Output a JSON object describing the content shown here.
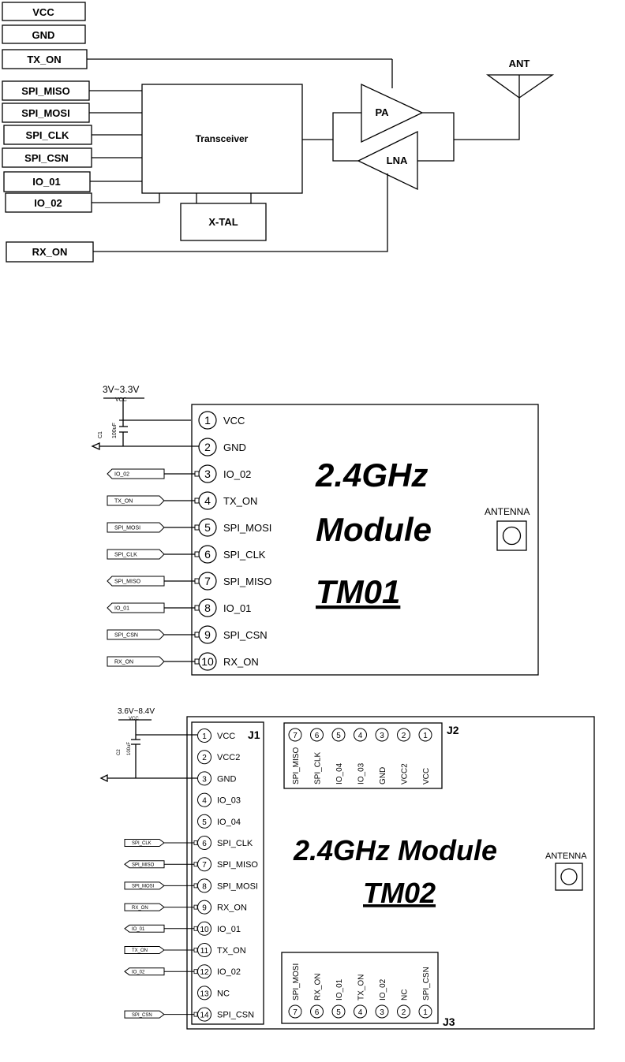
{
  "block_diagram": {
    "pins_left": [
      "VCC",
      "GND",
      "TX_ON",
      "SPI_MISO",
      "SPI_MOSI",
      "SPI_CLK",
      "SPI_CSN",
      "IO_01",
      "IO_02",
      "RX_ON"
    ],
    "transceiver": "Transceiver",
    "xtal": "X-TAL",
    "pa": "PA",
    "lna": "LNA",
    "ant": "ANT"
  },
  "tm01": {
    "supply_range": "3V~3.3V",
    "vcc_net": "VCC",
    "cap_ref": "C1",
    "cap_value": "100uF",
    "title_line1": "2.4GHz",
    "title_line2": "Module",
    "title_line3": "TM01",
    "antenna": "ANTENNA",
    "pins": [
      {
        "num": "1",
        "name": "VCC",
        "net": ""
      },
      {
        "num": "2",
        "name": "GND",
        "net": ""
      },
      {
        "num": "3",
        "name": "IO_02",
        "net": "IO_02"
      },
      {
        "num": "4",
        "name": "TX_ON",
        "net": "TX_ON"
      },
      {
        "num": "5",
        "name": "SPI_MOSI",
        "net": "SPI_MOSI"
      },
      {
        "num": "6",
        "name": "SPI_CLK",
        "net": "SPI_CLK"
      },
      {
        "num": "7",
        "name": "SPI_MISO",
        "net": "SPI_MISO"
      },
      {
        "num": "8",
        "name": "IO_01",
        "net": "IO_01"
      },
      {
        "num": "9",
        "name": "SPI_CSN",
        "net": "SPI_CSN"
      },
      {
        "num": "10",
        "name": "RX_ON",
        "net": "RX_ON"
      }
    ]
  },
  "tm02": {
    "supply_range": "3.6V~8.4V",
    "vcc_net": "VCC",
    "cap_ref": "C2",
    "cap_value": "100uF",
    "j1": "J1",
    "j2": "J2",
    "j3": "J3",
    "title_line1": "2.4GHz  Module",
    "title_line2": "TM02",
    "antenna": "ANTENNA",
    "j1_pins": [
      {
        "num": "1",
        "name": "VCC",
        "net": ""
      },
      {
        "num": "2",
        "name": "VCC2",
        "net": ""
      },
      {
        "num": "3",
        "name": "GND",
        "net": ""
      },
      {
        "num": "4",
        "name": "IO_03",
        "net": ""
      },
      {
        "num": "5",
        "name": "IO_04",
        "net": ""
      },
      {
        "num": "6",
        "name": "SPI_CLK",
        "net": "SPI_CLK"
      },
      {
        "num": "7",
        "name": "SPI_MISO",
        "net": "SPI_MISO"
      },
      {
        "num": "8",
        "name": "SPI_MOSI",
        "net": "SPI_MOSI"
      },
      {
        "num": "9",
        "name": "RX_ON",
        "net": "RX_ON"
      },
      {
        "num": "10",
        "name": "IO_01",
        "net": "IO_01"
      },
      {
        "num": "11",
        "name": "TX_ON",
        "net": "TX_ON"
      },
      {
        "num": "12",
        "name": "IO_02",
        "net": "IO_02"
      },
      {
        "num": "13",
        "name": "NC",
        "net": ""
      },
      {
        "num": "14",
        "name": "SPI_CSN",
        "net": "SPI_CSN"
      }
    ],
    "j2_pins": [
      {
        "num": "7",
        "name": "SPI_MISO"
      },
      {
        "num": "6",
        "name": "SPI_CLK"
      },
      {
        "num": "5",
        "name": "IO_04"
      },
      {
        "num": "4",
        "name": "IO_03"
      },
      {
        "num": "3",
        "name": "GND"
      },
      {
        "num": "2",
        "name": "VCC2"
      },
      {
        "num": "1",
        "name": "VCC"
      }
    ],
    "j3_pins": [
      {
        "num": "7",
        "name": "SPI_MOSI"
      },
      {
        "num": "6",
        "name": "RX_ON"
      },
      {
        "num": "5",
        "name": "IO_01"
      },
      {
        "num": "4",
        "name": "TX_ON"
      },
      {
        "num": "3",
        "name": "IO_02"
      },
      {
        "num": "2",
        "name": "NC"
      },
      {
        "num": "1",
        "name": "SPI_CSN"
      }
    ]
  }
}
